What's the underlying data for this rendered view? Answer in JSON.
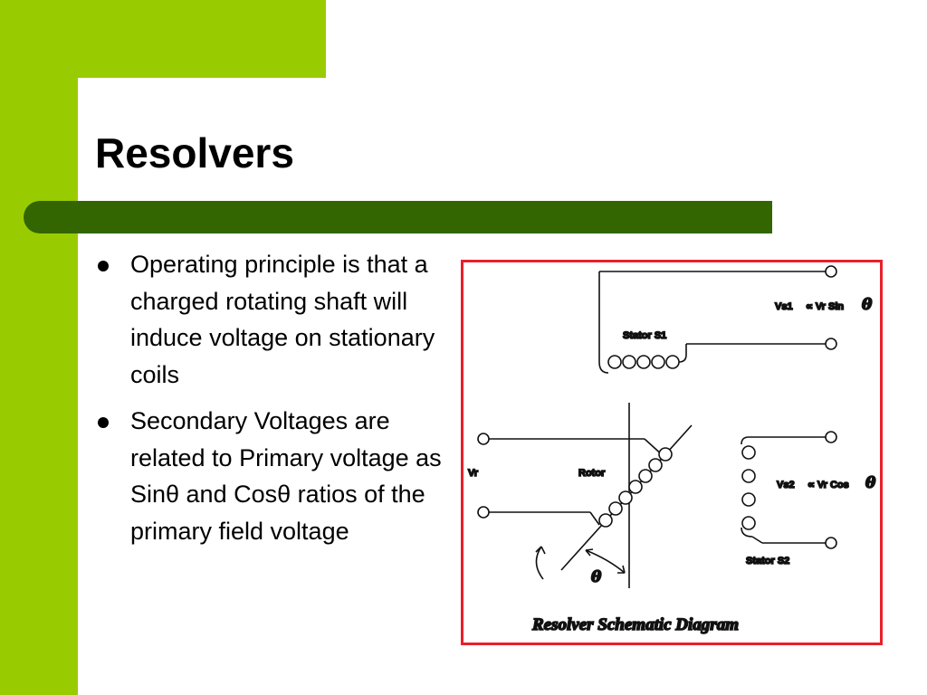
{
  "slide": {
    "title": "Resolvers",
    "bullets": [
      "Operating principle is that a charged rotating shaft will induce voltage on stationary coils",
      "Secondary Voltages are related to Primary voltage as Sinθ and Cosθ ratios of the primary field voltage"
    ]
  },
  "figure": {
    "caption": "Resolver Schematic Diagram",
    "labels": {
      "vs1": "Vs1",
      "vs1_expr": "∝  Vr Sin",
      "stator_s1": "Stator S1",
      "vr": "Vr",
      "rotor": "Rotor",
      "vs2": "Vs2",
      "vs2_expr": "∝  Vr Cos",
      "stator_s2": "Stator S2",
      "theta": "θ"
    }
  },
  "colors": {
    "accent_light": "#99cc00",
    "accent_dark": "#336600",
    "figure_border": "#e8202a"
  }
}
